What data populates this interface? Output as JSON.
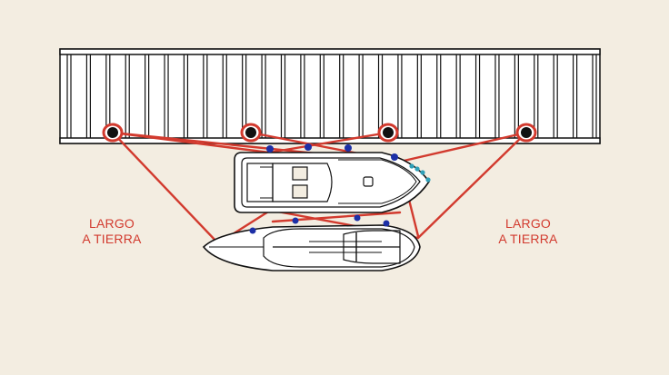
{
  "labels": {
    "left": {
      "line1": "LARGO",
      "line2": "A TIERRA"
    },
    "right": {
      "line1": "LARGO",
      "line2": "A TIERRA"
    }
  },
  "colors": {
    "background": "#f3ede1",
    "mooring_line": "#d23a2e",
    "fender_large": "#1c2fa6",
    "fender_small": "#2fa0b8",
    "outline": "#111111",
    "dock": "#ffffff"
  },
  "icons": {
    "bollard": "bollard-icon",
    "fender": "fender-icon",
    "motorboat": "motorboat-icon",
    "sailboat": "sailboat-icon"
  }
}
